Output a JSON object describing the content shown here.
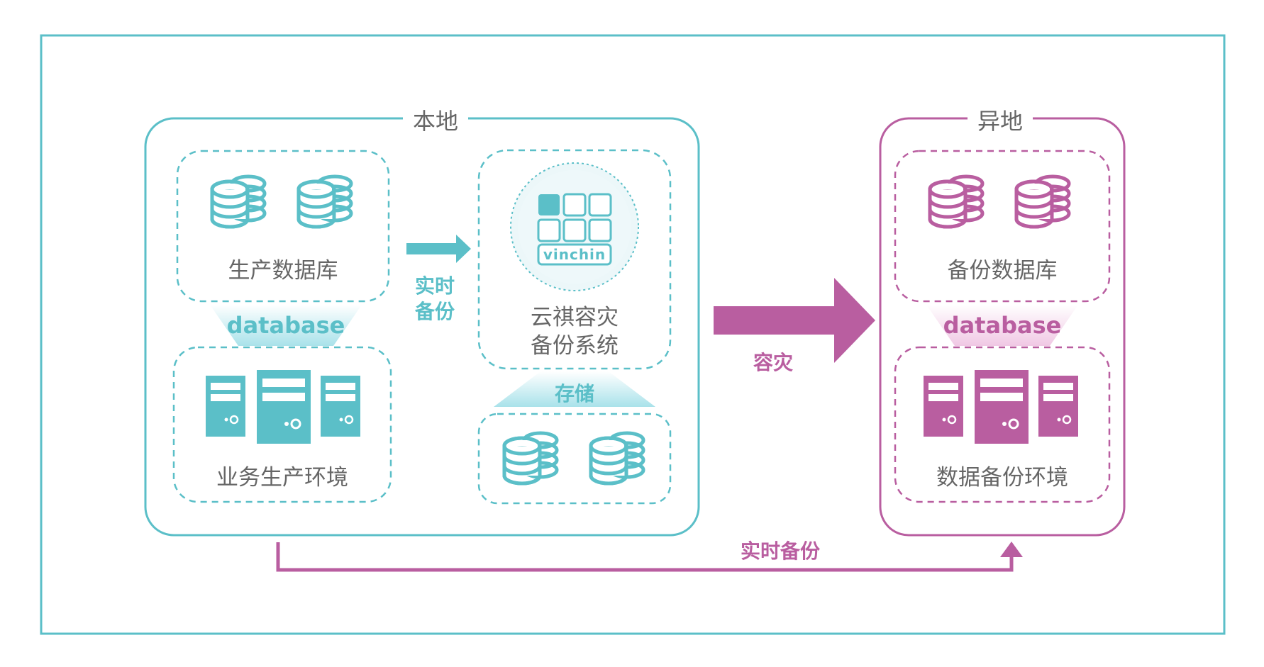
{
  "colors": {
    "local": "#5bbfc8",
    "remote": "#b95ea0",
    "text": "#666666",
    "frame": "#5bbfc8"
  },
  "local": {
    "title": "本地",
    "production_db_label": "生产数据库",
    "db_connector_label": "database",
    "business_env_label": "业务生产环境",
    "backup_system_label_line1": "云祺容灾",
    "backup_system_label_line2": "备份系统",
    "logo_text": "vinchin",
    "storage_label": "存储"
  },
  "realtime_backup_line1": "实时",
  "realtime_backup_line2": "备份",
  "disaster_recovery_label": "容灾",
  "bottom_backup_label": "实时备份",
  "remote": {
    "title": "异地",
    "backup_db_label": "备份数据库",
    "db_connector_label": "database",
    "backup_env_label": "数据备份环境"
  },
  "icons": [
    "database-icon",
    "server-icon",
    "vinchin-logo",
    "arrow-right-icon"
  ]
}
